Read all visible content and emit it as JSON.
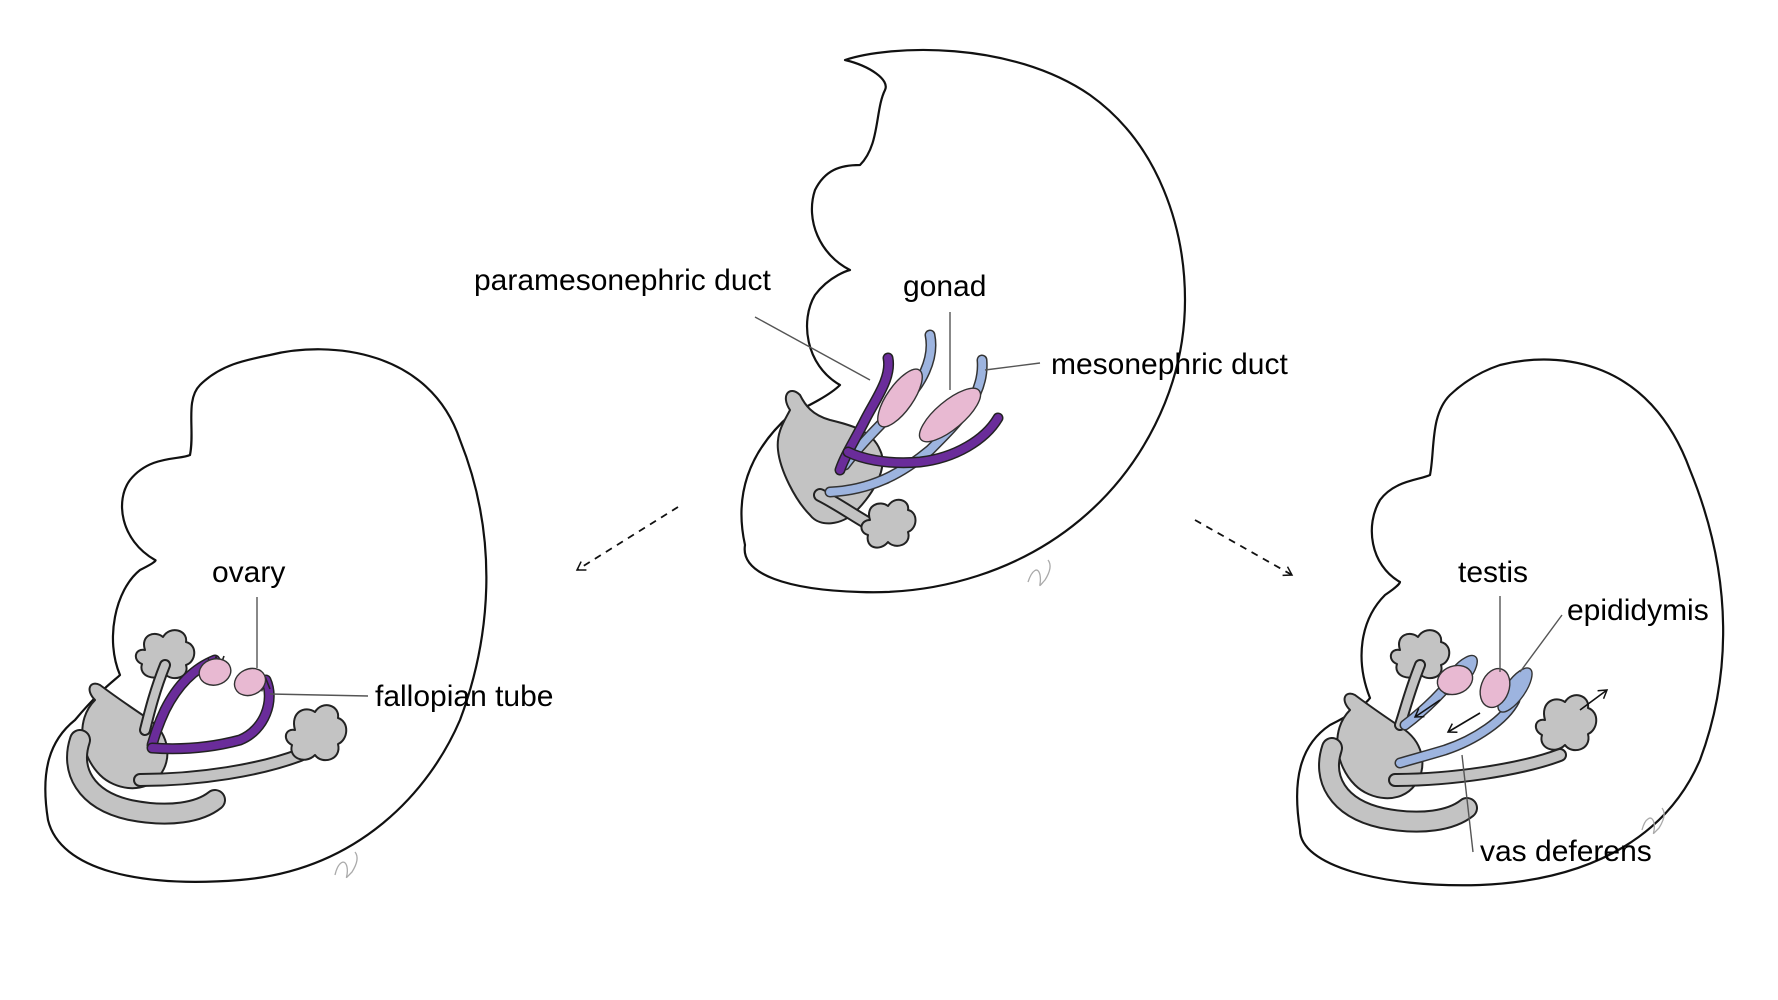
{
  "colors": {
    "paramesonephric": "#6a2c9a",
    "mesonephric": "#9db4df",
    "gonad": "#e8b9d2",
    "gray_structure": "#c3c3c3",
    "outline": "#111111"
  },
  "center_embryo": {
    "labels": {
      "paramesonephric_duct": "paramesonephric duct",
      "gonad": "gonad",
      "mesonephric_duct": "mesonephric duct"
    }
  },
  "female_embryo": {
    "labels": {
      "ovary": "ovary",
      "fallopian_tube": "fallopian tube"
    }
  },
  "male_embryo": {
    "labels": {
      "testis": "testis",
      "epididymis": "epididymis",
      "vas_deferens": "vas deferens"
    }
  }
}
